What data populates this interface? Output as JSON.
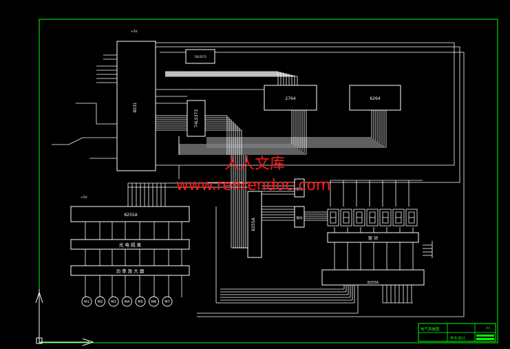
{
  "colors": {
    "background": "#000000",
    "border": "#00ff00",
    "wire": "#ffffff",
    "watermark": "#ff1a1a",
    "title_block": "#00ff00"
  },
  "chips": {
    "mcu": "8031",
    "latch": "74LS373",
    "latch_small": "74LS373",
    "eprom": "2764",
    "ram": "6264",
    "ppi_left": "8255A",
    "ppi_mid": "8255A",
    "ppi_right": "8255A"
  },
  "supply": {
    "vcc_label": "+5V"
  },
  "blocks": {
    "opto": "光 电 隔 离",
    "amp": "功 率 放 大 器",
    "drive_top": "驱 动",
    "drive_small_1": "驱动",
    "drive_small_2": "驱动"
  },
  "motors": [
    "M1",
    "M2",
    "M3",
    "M4",
    "M5",
    "M6",
    "M7"
  ],
  "display": {
    "digits": 7
  },
  "watermark": {
    "line1": "人人文库",
    "line2": "www.renrendoc.com"
  },
  "title_block": {
    "drawing_name": "电气系统图",
    "label": "毕业设计",
    "sheet": "A4"
  }
}
